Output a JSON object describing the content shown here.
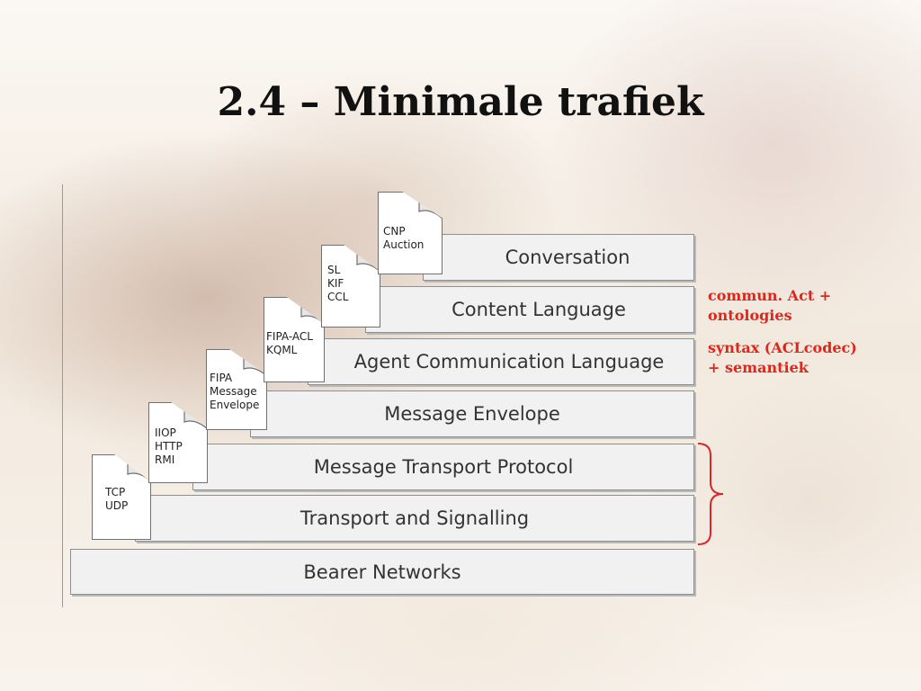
{
  "title": "2.4 – Minimale trafiek",
  "layers": [
    {
      "id": "conversation",
      "label": "Conversation"
    },
    {
      "id": "content-language",
      "label": "Content Language"
    },
    {
      "id": "acl",
      "label": "Agent Communication Language"
    },
    {
      "id": "message-envelope",
      "label": "Message Envelope"
    },
    {
      "id": "mtp",
      "label": "Message Transport Protocol"
    },
    {
      "id": "transport",
      "label": "Transport and Signalling"
    },
    {
      "id": "bearer",
      "label": "Bearer Networks"
    }
  ],
  "docs": [
    {
      "id": "cnp",
      "lines": [
        "CNP",
        "Auction"
      ]
    },
    {
      "id": "sl",
      "lines": [
        "SL",
        "KIF",
        "CCL"
      ]
    },
    {
      "id": "fipa-acl",
      "lines": [
        "FIPA-ACL",
        "KQML"
      ]
    },
    {
      "id": "fipa-envelope",
      "lines": [
        "FIPA",
        "Message",
        "Envelope"
      ]
    },
    {
      "id": "iiop",
      "lines": [
        "IIOP",
        "HTTP",
        "RMI"
      ]
    },
    {
      "id": "tcp",
      "lines": [
        "TCP",
        "UDP"
      ]
    }
  ],
  "notes": {
    "note1": [
      "commun. Act +",
      "ontologies"
    ],
    "note2": [
      "syntax (ACLcodec)",
      "+ semantiek"
    ]
  },
  "colors": {
    "note_text": "#e0261a",
    "brace": "#d8262a"
  }
}
